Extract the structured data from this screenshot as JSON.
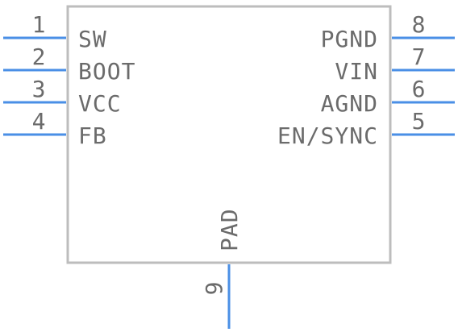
{
  "component": {
    "pins_left": [
      {
        "number": "1",
        "name": "SW"
      },
      {
        "number": "2",
        "name": "BOOT"
      },
      {
        "number": "3",
        "name": "VCC"
      },
      {
        "number": "4",
        "name": "FB"
      }
    ],
    "pins_right": [
      {
        "number": "8",
        "name": "PGND"
      },
      {
        "number": "7",
        "name": "VIN"
      },
      {
        "number": "6",
        "name": "AGND"
      },
      {
        "number": "5",
        "name": "EN/SYNC"
      }
    ],
    "pin_bottom": {
      "number": "9",
      "name": "PAD"
    }
  },
  "colors": {
    "pin_line": "#4a8fe6",
    "body_outline": "#bdbdbd",
    "text": "#6b6b6b"
  }
}
